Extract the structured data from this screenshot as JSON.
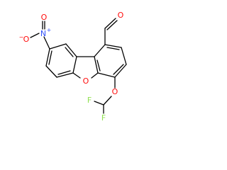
{
  "structure": {
    "atoms": {
      "nitro_n": {
        "symbol": "N",
        "charge": "+"
      },
      "nitro_o_single": {
        "symbol": "O",
        "charge": "−"
      },
      "nitro_o_double": {
        "symbol": "O"
      },
      "ring_o": {
        "symbol": "O"
      },
      "ether_o": {
        "symbol": "O"
      },
      "aldehyde_o": {
        "symbol": "O"
      },
      "fluorine_1": {
        "symbol": "F"
      },
      "fluorine_2": {
        "symbol": "F"
      }
    },
    "colors": {
      "bond": "#000000",
      "oxygen": "#ff0d0d",
      "nitrogen": "#3050f8",
      "fluorine": "#90e050"
    }
  }
}
